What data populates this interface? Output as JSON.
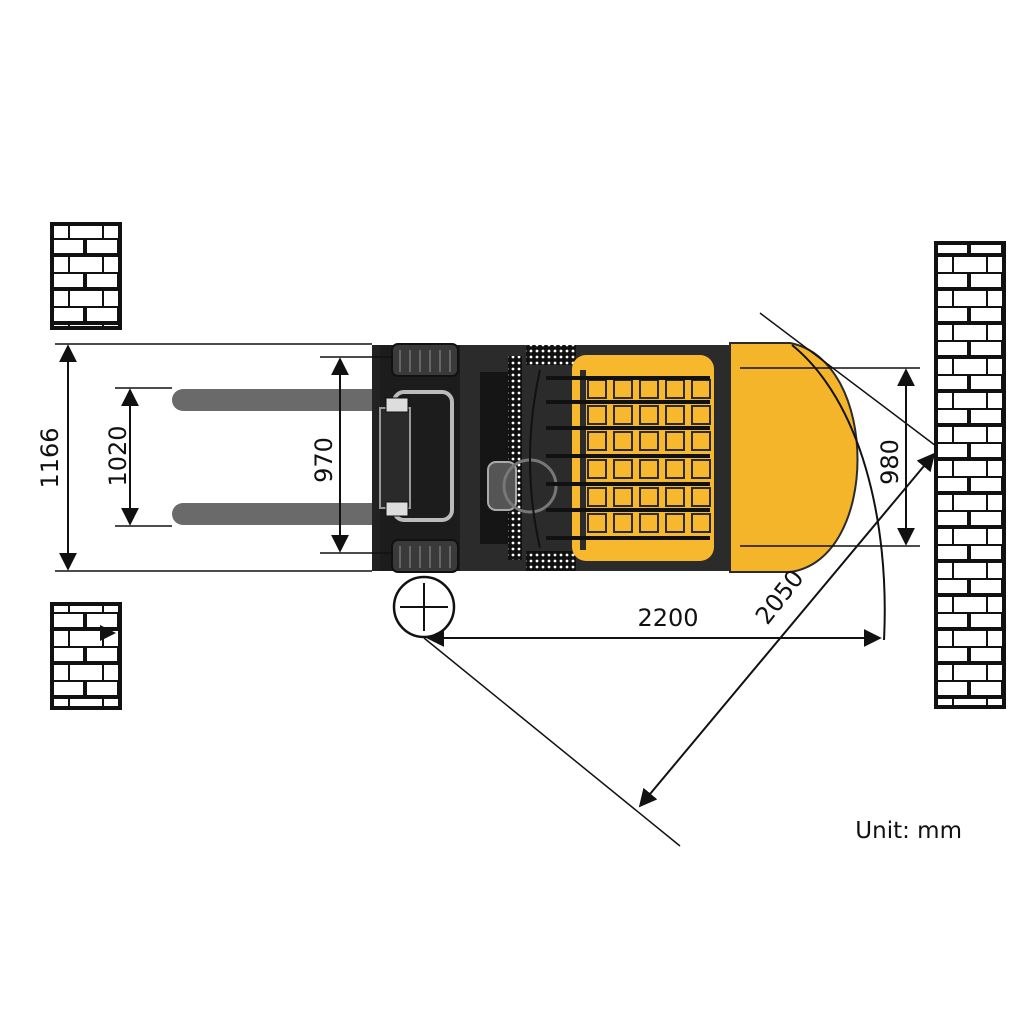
{
  "dimensions": {
    "overall_width": "1166",
    "fork_spread": "1020",
    "fork_carriage_width": "970",
    "counterweight_width": "980",
    "right_angle_stack": "2200",
    "turning_radius": "2050"
  },
  "unit_label": "Unit: mm",
  "colors": {
    "body": "#2b2b2b",
    "body_dark": "#151515",
    "counterweight": "#f4b52a",
    "grille": "#f7b82e",
    "forks": "#6a6a6a",
    "brick": "#111111"
  },
  "icons": {
    "pivot": "crosshair-circle-icon",
    "wall": "brick-wall-icon"
  }
}
